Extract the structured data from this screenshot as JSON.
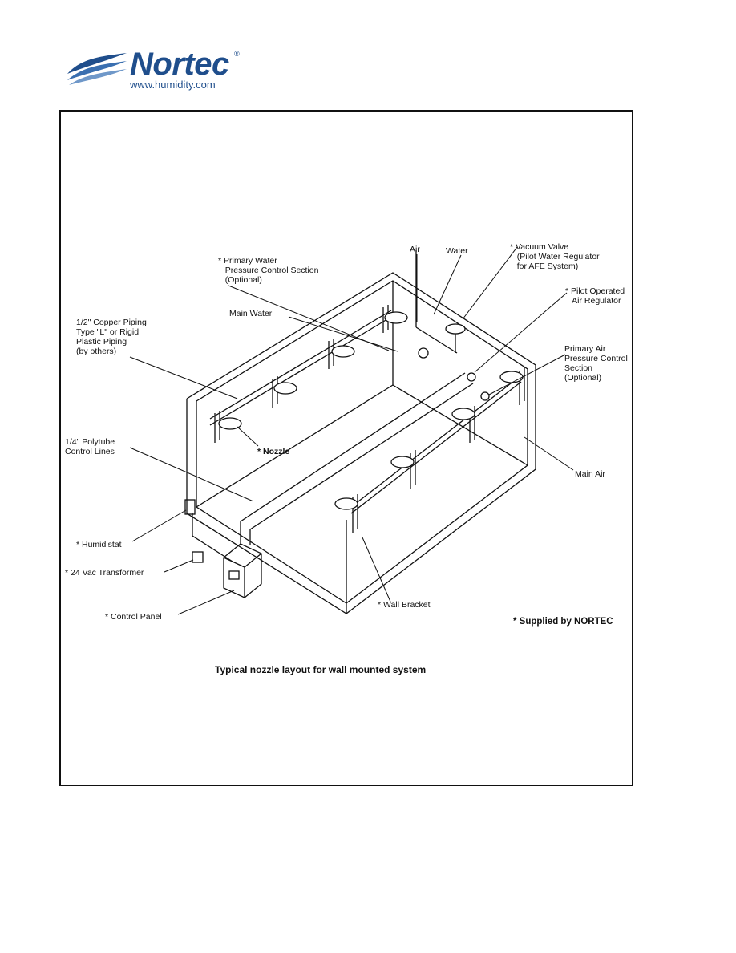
{
  "header": {
    "brand": "Nortec",
    "registered_mark": "®",
    "url": "www.humidity.com"
  },
  "labels": {
    "primary_water": "* Primary Water\n   Pressure Control Section\n   (Optional)",
    "air": "Air",
    "water": "Water",
    "vacuum_valve": "* Vacuum Valve\n   (Pilot Water Regulator\n   for AFE System)",
    "pilot_air": "* Pilot Operated\n   Air Regulator",
    "main_water": "Main Water",
    "copper_piping": "1/2\" Copper Piping\nType \"L\" or Rigid\nPlastic Piping\n(by others)",
    "primary_air": "Primary Air\nPressure Control\nSection\n(Optional)",
    "polytube": "1/4\" Polytube\nControl Lines",
    "nozzle": "* Nozzle",
    "main_air": "Main Air",
    "humidistat": "* Humidistat",
    "transformer": "* 24 Vac Transformer",
    "control_panel": "* Control Panel",
    "wall_bracket": "* Wall Bracket",
    "supplied_by": "* Supplied by NORTEC"
  },
  "caption": "Typical nozzle layout for wall mounted system",
  "colors": {
    "brand_blue": "#1f4e8c",
    "line": "#111111"
  }
}
